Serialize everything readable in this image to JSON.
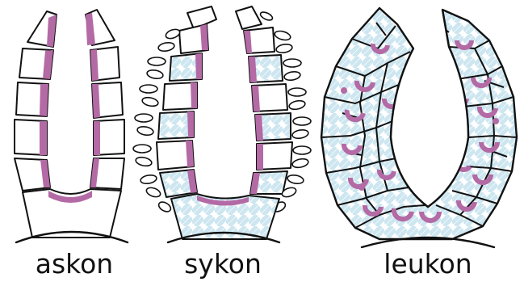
{
  "labels": {
    "askon": "askon",
    "sykon": "sykon",
    "leukon": "leukon"
  },
  "colors": {
    "outline": "#111111",
    "choanocyte_layer": "#b36aa5",
    "mesohyl_tint": "#cde6f0",
    "background": "#ffffff"
  }
}
